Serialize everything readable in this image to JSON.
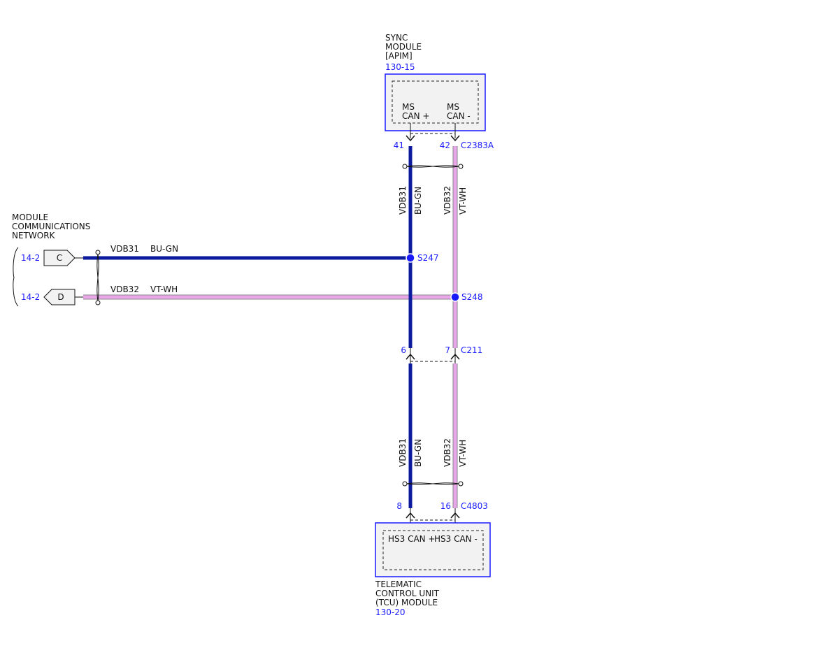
{
  "sync_module": {
    "name_lines": [
      "SYNC",
      "MODULE",
      "[APIM]"
    ],
    "page_ref": "130-15",
    "pin_labels": {
      "ms_can_plus": [
        "MS",
        "CAN +"
      ],
      "ms_can_minus": [
        "MS",
        "CAN -"
      ]
    },
    "connector": "C2383A",
    "pins": {
      "can_plus": "41",
      "can_minus": "42"
    }
  },
  "tcu_module": {
    "name_lines": [
      "TELEMATIC",
      "CONTROL UNIT",
      "(TCU) MODULE"
    ],
    "page_ref": "130-20",
    "pin_labels": {
      "hs3_can_plus": "HS3 CAN +",
      "hs3_can_minus": "HS3 CAN -"
    },
    "connector": "C4803",
    "pins": {
      "can_plus": "8",
      "can_minus": "16"
    }
  },
  "network": {
    "title_lines": [
      "MODULE",
      "COMMUNICATIONS",
      "NETWORK"
    ],
    "refs": [
      {
        "page": "14-2",
        "letter": "C"
      },
      {
        "page": "14-2",
        "letter": "D"
      }
    ]
  },
  "inline_connector": {
    "name": "C211",
    "pins": {
      "can_plus": "6",
      "can_minus": "7"
    }
  },
  "splices": {
    "bu_gn": "S247",
    "vt_wh": "S248"
  },
  "circuits": {
    "can_plus": {
      "circuit": "VDB31",
      "color": "BU-GN"
    },
    "can_minus": {
      "circuit": "VDB32",
      "color": "VT-WH"
    }
  },
  "colors": {
    "wire_bu_gn": "#0b1a9e",
    "wire_vt_wh": "#e8a6e8",
    "reference_text": "#1a1aff",
    "module_fill": "#f2f2f2",
    "module_border": "#1a1aff"
  }
}
